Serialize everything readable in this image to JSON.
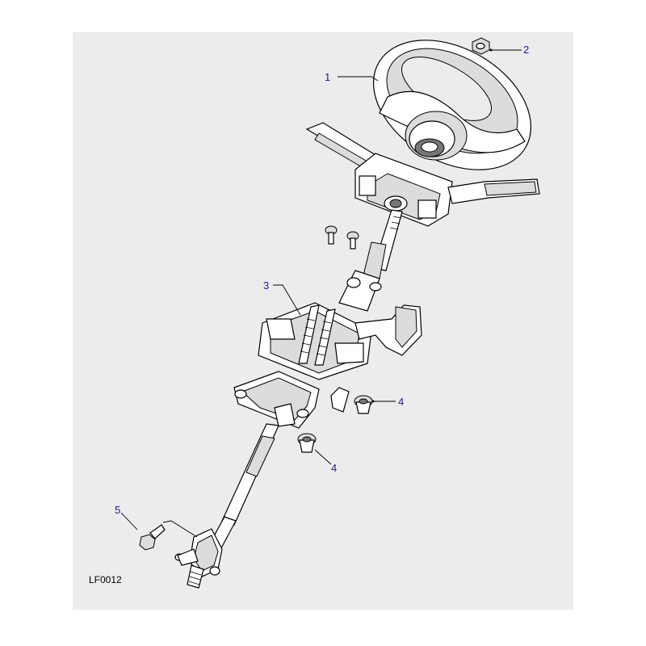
{
  "diagram": {
    "reference": "LF0012",
    "callouts": [
      "1",
      "2",
      "3",
      "4",
      "4",
      "5"
    ]
  }
}
